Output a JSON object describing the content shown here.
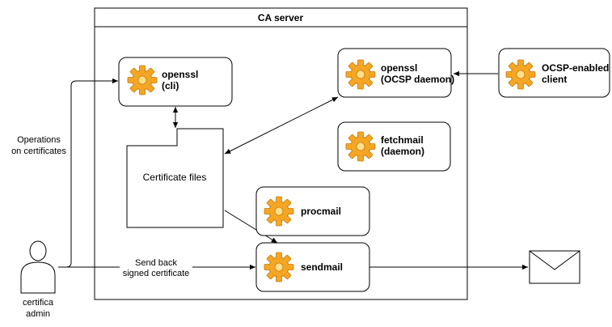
{
  "container": {
    "title": "CA server"
  },
  "components": {
    "openssl_cli": {
      "line1": "openssl",
      "line2": "(cli)",
      "icon": "gear-icon"
    },
    "openssl_ocsp": {
      "line1": "openssl",
      "line2": "(OCSP daemon)",
      "icon": "gear-icon"
    },
    "ocsp_client": {
      "line1": "OCSP-enabled",
      "line2": "client",
      "icon": "gear-icon"
    },
    "fetchmail": {
      "line1": "fetchmail",
      "line2": "(daemon)",
      "icon": "gear-icon"
    },
    "procmail": {
      "line1": "procmail",
      "icon": "gear-icon"
    },
    "sendmail": {
      "line1": "sendmail",
      "icon": "gear-icon"
    },
    "cert_files": {
      "label": "Certificate files"
    }
  },
  "actor": {
    "line1": "certifica",
    "line2": "admin",
    "icon": "person-icon"
  },
  "edge_labels": {
    "operations": {
      "line1": "Operations",
      "line2": "on certificates"
    },
    "send_back": {
      "line1": "Send back",
      "line2": "signed certificate"
    }
  },
  "mail": {
    "icon": "envelope-icon"
  },
  "colors": {
    "gear_fill": "#F5A623",
    "gear_stroke": "#C77C0E",
    "gear_hole": "#FFE08A",
    "line": "#000000"
  }
}
